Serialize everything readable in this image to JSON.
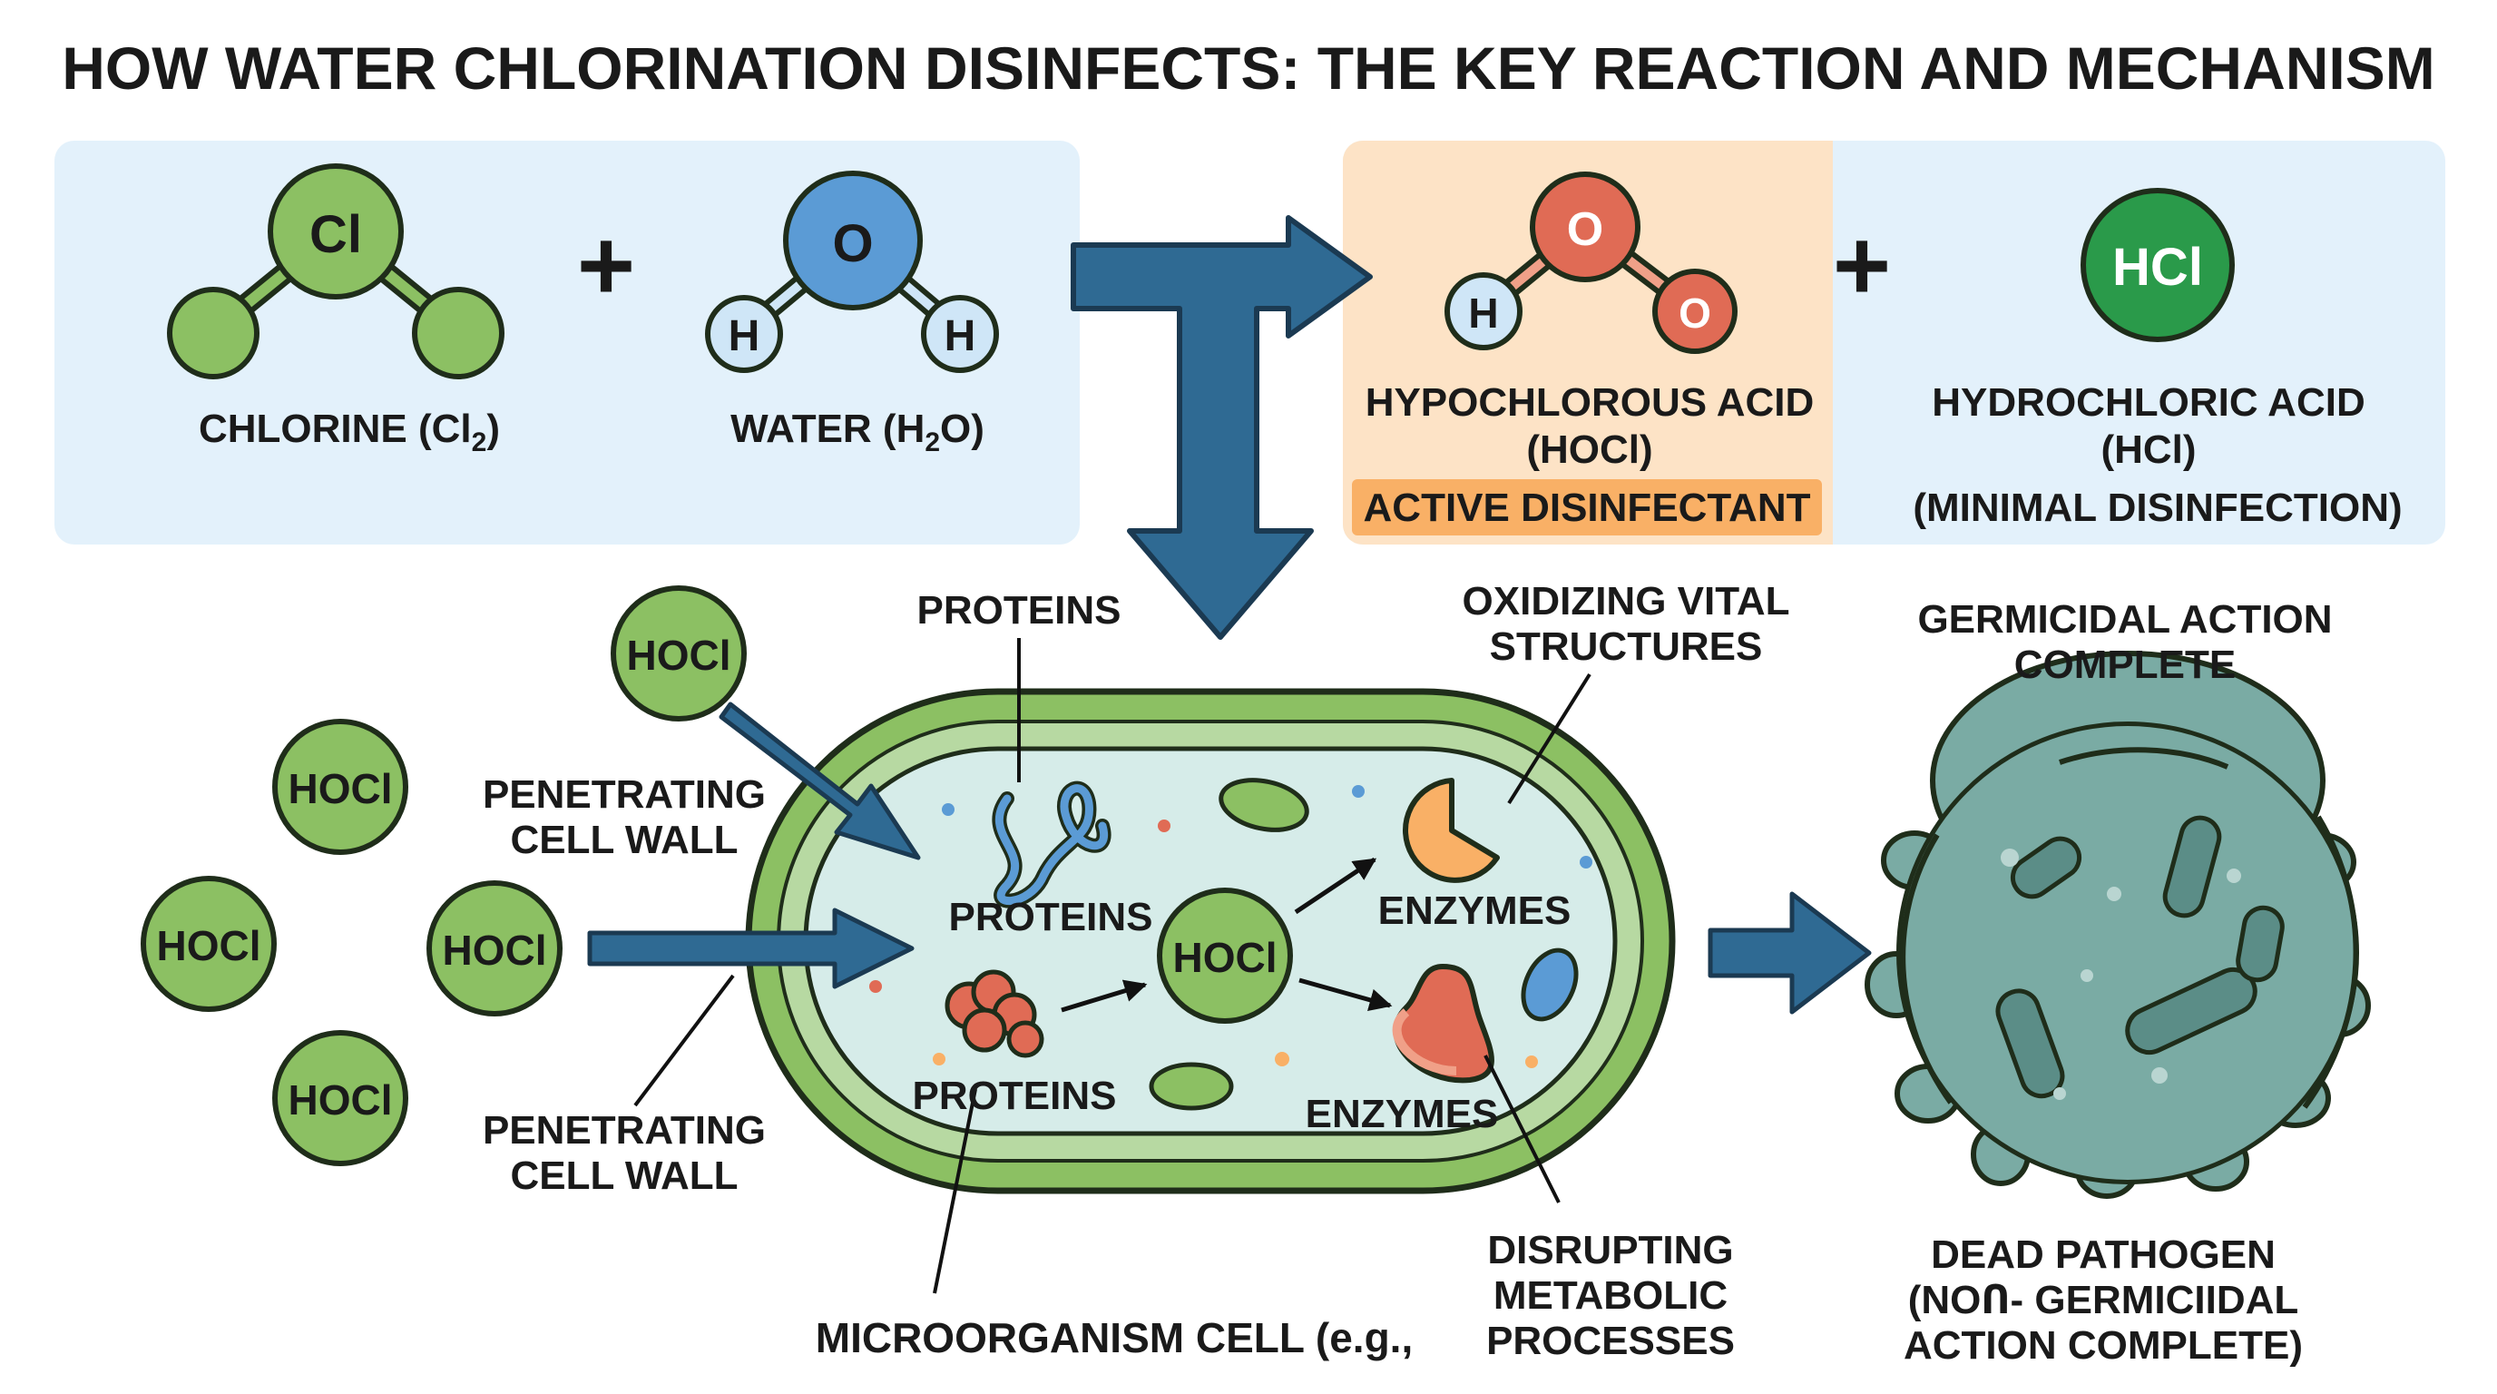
{
  "title": "HOW WATER CHLORINATION DISINFECTS: THE KEY REACTION AND MECHANISM",
  "reaction": {
    "plus": "+",
    "chlorine": {
      "atom": "Cl",
      "label_main": "CHLORINE (Cl",
      "label_sub": "2",
      "label_end": ")"
    },
    "water": {
      "atom_o": "O",
      "atom_h": "H",
      "label_main": "WATER (H",
      "label_sub": "2",
      "label_end": "O)"
    },
    "hypochlorous": {
      "atom_o": "O",
      "atom_h": "H",
      "line1": "HYPOCHLOROUS ACID",
      "line2": "(HOCl)",
      "badge": "ACTIVE DISINFECTANT"
    },
    "hydrochloric": {
      "atom": "HCl",
      "line1": "HYDROCHLORIC ACID",
      "line2": "(HCl)",
      "line3": "(MINIMAL DISINFECTION)"
    }
  },
  "mechanism": {
    "hocl": "HOCl",
    "penetrating_1": [
      "PENETRATING",
      "CELL WALL"
    ],
    "penetrating_2": [
      "PENETRATING",
      "CELL WALL"
    ],
    "proteins_top": "PROTEINS",
    "proteins_mid": "PROTEINS",
    "proteins_low": "PROTEINS",
    "enzymes_1": "ENZYMES",
    "enzymes_2": "ENZYMES",
    "oxidizing": [
      "OXIDIZING VITAL",
      "STRUCTURES"
    ],
    "disrupting": [
      "DISRUPTING",
      "METABOLIC",
      "PROCESSES"
    ],
    "cell_label": "MICROORGANISM CELL (e.g.,"
  },
  "outcome": {
    "complete": [
      "GERMICIDAL ACTION",
      "COMPLETE"
    ],
    "dead": [
      "DEAD PATHOGEN",
      "(NOՈ- GERMICIIDAL",
      "ACTION COMPLETE)"
    ]
  },
  "colors": {
    "green_atom": "#8cc063",
    "blue_atom": "#5b9bd5",
    "red_atom": "#e06b55",
    "hcl_atom": "#2a9a4a",
    "arrow": "#2f6a93",
    "panel_blue": "#e3f1fb",
    "panel_orange": "#fde3c6",
    "badge": "#f9b066",
    "pathogen": "#7aaba4"
  }
}
